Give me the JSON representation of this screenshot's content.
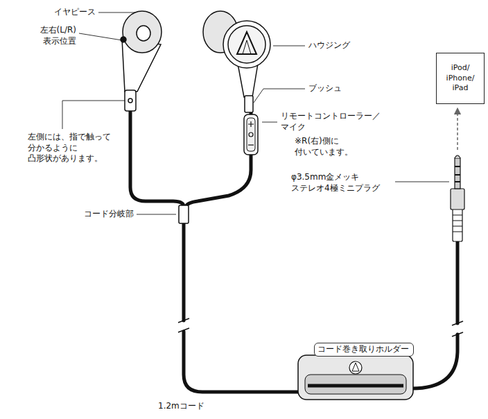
{
  "diagram": {
    "nodes": [
      {
        "text": [
          "iPod/ iPhone/ iPad"
        ]
      }
    ],
    "labels": [
      "イヤピース",
      "左右(L/R) 表示位置",
      "ハウジング",
      "ブッシュ",
      "左側には、指で触って 分かるように 凸形状があります。",
      "リモートコントローラー／ マイク",
      "※R(右)側に 付いています。",
      "φ3.5mm金メッキ ステレオ4極ミニプラグ",
      "コード分岐部",
      "コード巻き取りホルダー",
      "1.2mコード"
    ]
  }
}
